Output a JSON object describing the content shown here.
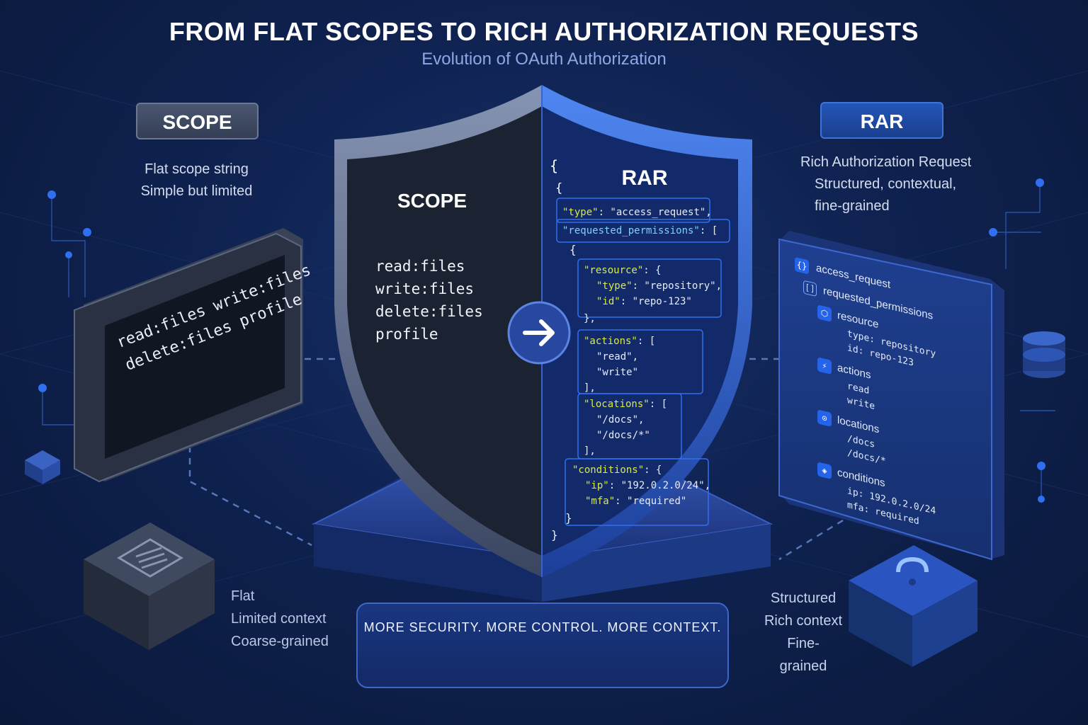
{
  "header": {
    "title": "FROM FLAT SCOPES TO RICH AUTHORIZATION REQUESTS",
    "subtitle": "Evolution of OAuth Authorization"
  },
  "left": {
    "badge": "SCOPE",
    "desc": [
      "Flat scope string",
      "Simple but limited"
    ],
    "screen_lines": [
      "read:files write:files",
      "delete:files profile"
    ],
    "bullets": [
      "Flat",
      "Limited context",
      "Coarse-grained"
    ]
  },
  "right": {
    "badge": "RAR",
    "desc": [
      "Rich Authorization Request",
      "Structured, contextual,",
      "fine-grained"
    ],
    "bullets": [
      "Structured",
      "Rich context",
      "Fine-grained"
    ],
    "tree": {
      "access_request": "access_request",
      "requested_permissions": "requested_permissions",
      "resource": "resource",
      "type": "type: repository",
      "id": "id: repo-123",
      "actions": "actions",
      "read": "read",
      "write": "write",
      "locations": "locations",
      "loc1": "/docs",
      "loc2": "/docs/*",
      "conditions": "conditions",
      "ip": "ip: 192.0.2.0/24",
      "mfa": "mfa: required"
    }
  },
  "shield": {
    "scope_title": "SCOPE",
    "scope_items": [
      "read:files",
      "write:files",
      "delete:files",
      "profile"
    ],
    "rar_title": "RAR",
    "json": {
      "open_outer": "{",
      "open_inner": "{",
      "type_key": "\"type\"",
      "type_val": ": \"access_request\",",
      "perm_key": "\"requested_permissions\"",
      "perm_val": ": [",
      "open_obj": "{",
      "resource_key": "\"resource\"",
      "resource_val": ": {",
      "rtype_key": "\"type\"",
      "rtype_val": ": \"repository\",",
      "rid_key": "\"id\"",
      "rid_val": ": \"repo-123\"",
      "close_resource": "},",
      "actions_key": "\"actions\"",
      "actions_val": ": [",
      "act1": "\"read\",",
      "act2": "\"write\"",
      "close_actions": "],",
      "loc_key": "\"locations\"",
      "loc_val": ": [",
      "loc1": "\"/docs\",",
      "loc2": "\"/docs/*\"",
      "close_loc": "],",
      "cond_key": "\"conditions\"",
      "cond_val": ": {",
      "ip_key": "\"ip\"",
      "ip_val": ": \"192.0.2.0/24\",",
      "mfa_key": "\"mfa\"",
      "mfa_val": ": \"required\"",
      "close_inner": "}",
      "close_outer": "}"
    }
  },
  "banner": {
    "text": "MORE SECURITY. MORE CONTROL. MORE CONTEXT."
  },
  "colors": {
    "accent": "#2f6ff0",
    "json_key": "#d7ea4a",
    "json_key_alt": "#7fd1ff"
  }
}
